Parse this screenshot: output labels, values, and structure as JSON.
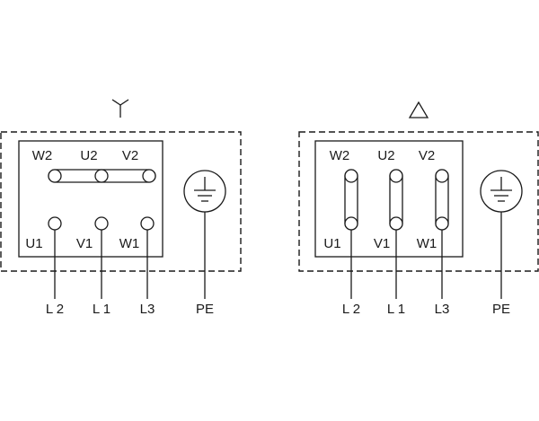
{
  "star_panel": {
    "symbol": "Y",
    "top_labels": [
      "W2",
      "U2",
      "V2"
    ],
    "bottom_labels": [
      "U1",
      "V1",
      "W1"
    ],
    "line_labels": [
      "L 2",
      "L 1",
      "L3"
    ],
    "earth_label": "PE"
  },
  "delta_panel": {
    "symbol": "△",
    "top_labels": [
      "W2",
      "U2",
      "V2"
    ],
    "bottom_labels": [
      "U1",
      "V1",
      "W1"
    ],
    "line_labels": [
      "L 2",
      "L 1",
      "L3"
    ],
    "earth_label": "PE"
  },
  "icons": {
    "earth": "earth-ground-icon"
  }
}
